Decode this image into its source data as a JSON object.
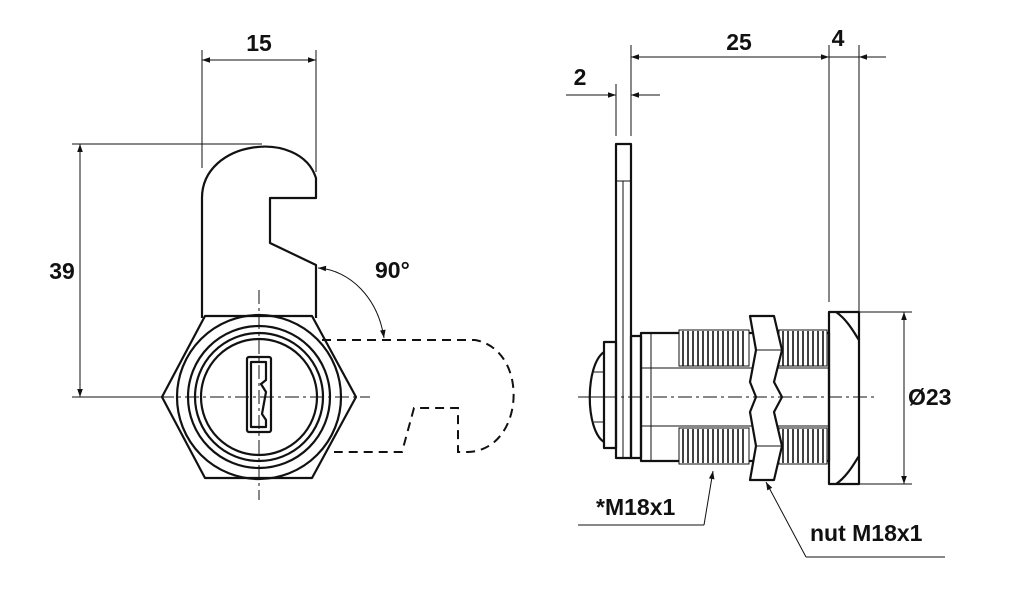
{
  "dimensions": {
    "front_width": "15",
    "front_height": "39",
    "rotation": "90°",
    "plate_thickness": "2",
    "body_length": "25",
    "bezel_depth": "4",
    "diameter": "Ø23"
  },
  "callouts": {
    "thread": "*M18x1",
    "nut": "nut M18x1"
  },
  "colors": {
    "line": "#111111",
    "background": "#ffffff"
  }
}
